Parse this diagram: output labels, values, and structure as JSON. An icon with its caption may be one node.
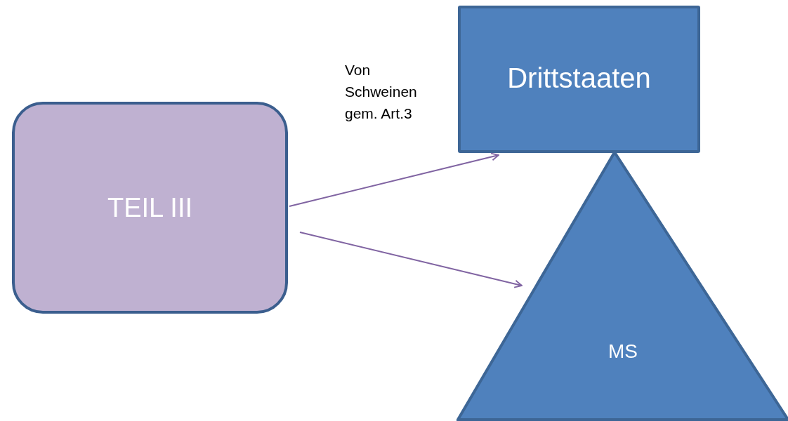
{
  "diagram": {
    "nodes": [
      {
        "text": [
          "TEIL III"
        ]
      },
      {
        "text": [
          "Drittstaaten"
        ]
      },
      {
        "text": [
          "MS"
        ]
      }
    ],
    "edges": [
      {
        "from": 0,
        "to": 1,
        "arrow": "to",
        "label": "Von Schweinen gem. Art.3"
      },
      {
        "from": 0,
        "to": 2,
        "arrow": "to"
      }
    ]
  }
}
